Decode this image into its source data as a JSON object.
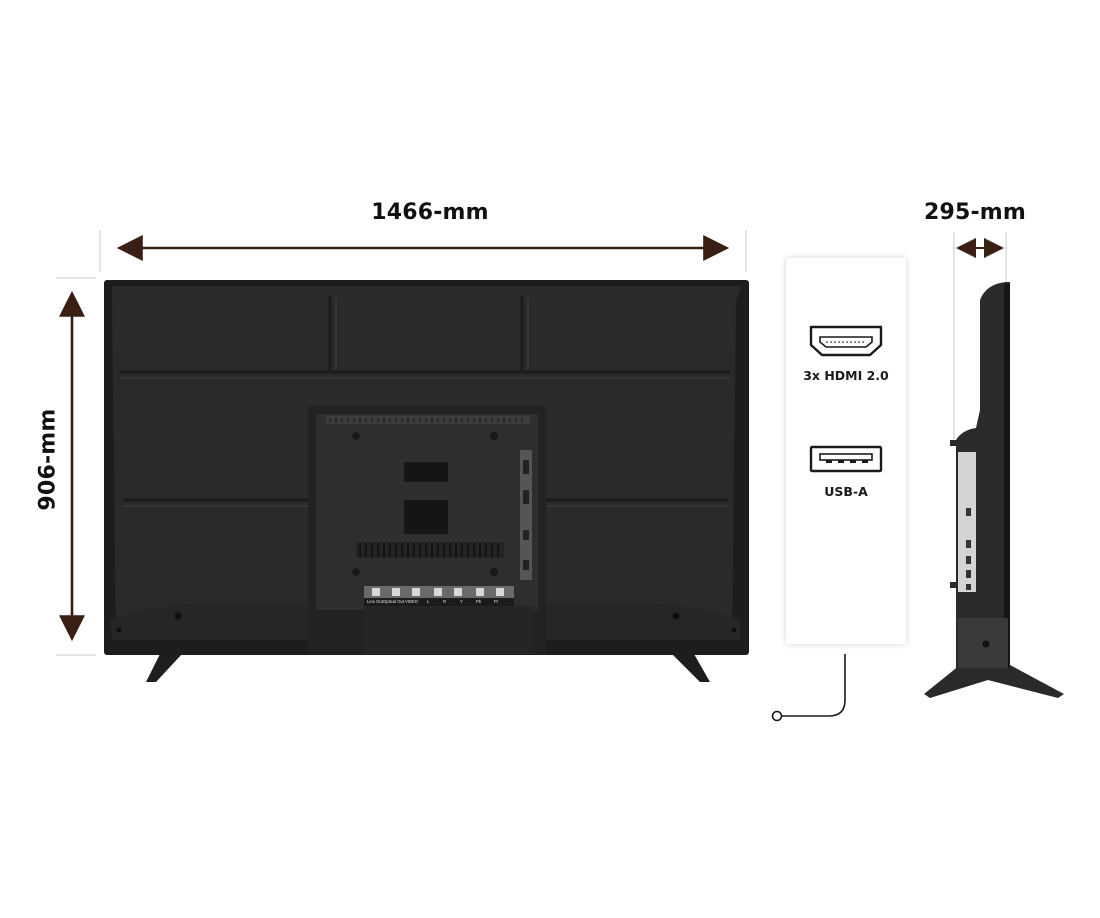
{
  "dimensions": {
    "width": "1466-mm",
    "height": "906-mm",
    "depth": "295-mm"
  },
  "ports": [
    {
      "icon": "hdmi-port-icon",
      "label": "3x HDMI 2.0"
    },
    {
      "icon": "usb-a-port-icon",
      "label": "USB-A"
    }
  ],
  "rear_panel_labels": [
    "Line Out",
    "Optical Out",
    "VIDEO",
    "L",
    "R",
    "Y",
    "Pb",
    "Pr"
  ],
  "colors": {
    "tv_body": "#2b2b2b",
    "tv_bezel": "#1c1c1c",
    "dimension_arrow": "#3a1f14",
    "text": "#111111"
  }
}
